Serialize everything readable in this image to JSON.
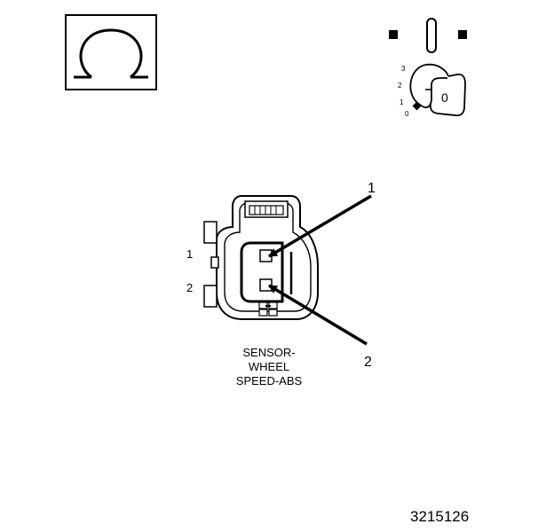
{
  "ohmmeter_symbol": {
    "icon": "omega-icon",
    "glyph": "Ω"
  },
  "ignition_key": {
    "icon": "ignition-key-icon",
    "positions": [
      "3",
      "2",
      "1",
      "0"
    ],
    "selected_position": "0",
    "key_label": "0"
  },
  "connector": {
    "icon": "two-pin-connector-icon",
    "side_labels": [
      "1",
      "2"
    ],
    "callouts": [
      "1",
      "2"
    ],
    "caption_lines": [
      "SENSOR-",
      "WHEEL",
      "SPEED-ABS"
    ]
  },
  "figure_id": "3215126"
}
